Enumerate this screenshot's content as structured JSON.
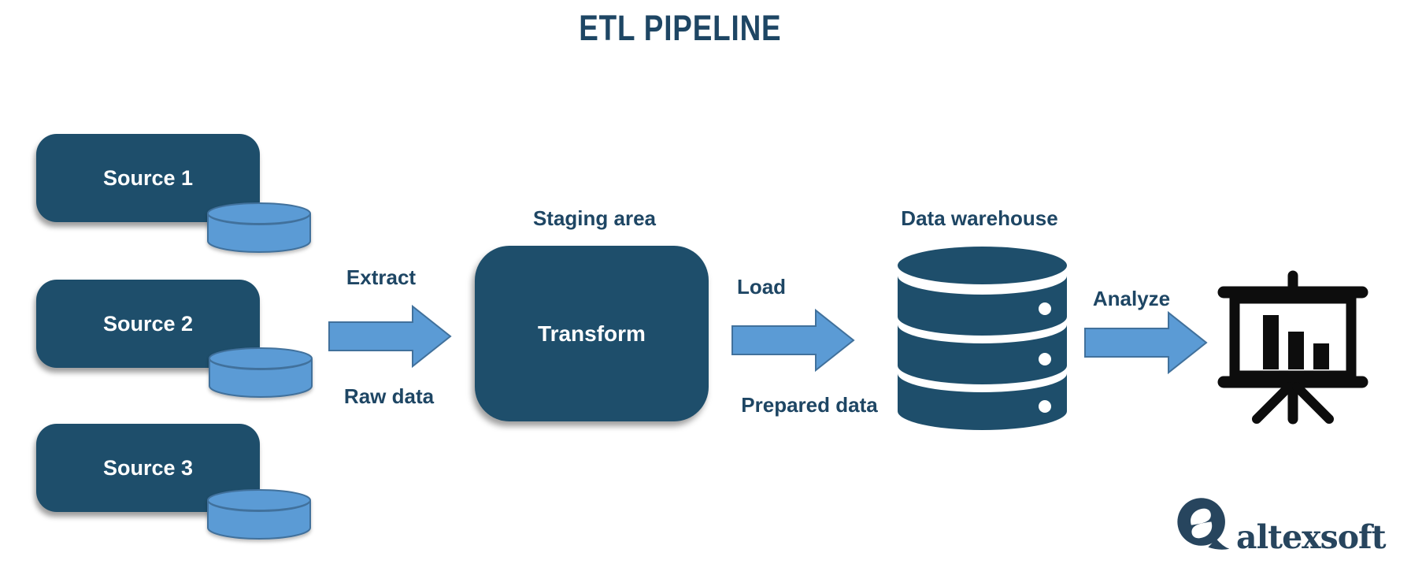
{
  "title": "ETL PIPELINE",
  "colors": {
    "ink": "#1E4664",
    "dark": "#1E4E6B",
    "light": "#5B9BD5",
    "light_stroke": "#41719C",
    "black": "#0D0D0D",
    "brand": "#27455E"
  },
  "sources": [
    {
      "label": "Source 1"
    },
    {
      "label": "Source 2"
    },
    {
      "label": "Source 3"
    }
  ],
  "stages": {
    "extract": {
      "top_label": "Extract",
      "bottom_label": "Raw data"
    },
    "staging": {
      "caption": "Staging area",
      "box_label": "Transform"
    },
    "load": {
      "top_label": "Load",
      "bottom_label": "Prepared data"
    },
    "warehouse": {
      "caption": "Data warehouse"
    },
    "analyze": {
      "top_label": "Analyze"
    }
  },
  "icons": {
    "source_db": "database-cylinder-icon",
    "warehouse_db": "database-stack-icon",
    "result": "presentation-bar-chart-icon",
    "flow": "arrow-right-icon",
    "brand": "altexsoft-logo-icon"
  },
  "brand": {
    "name": "altexsoft"
  }
}
